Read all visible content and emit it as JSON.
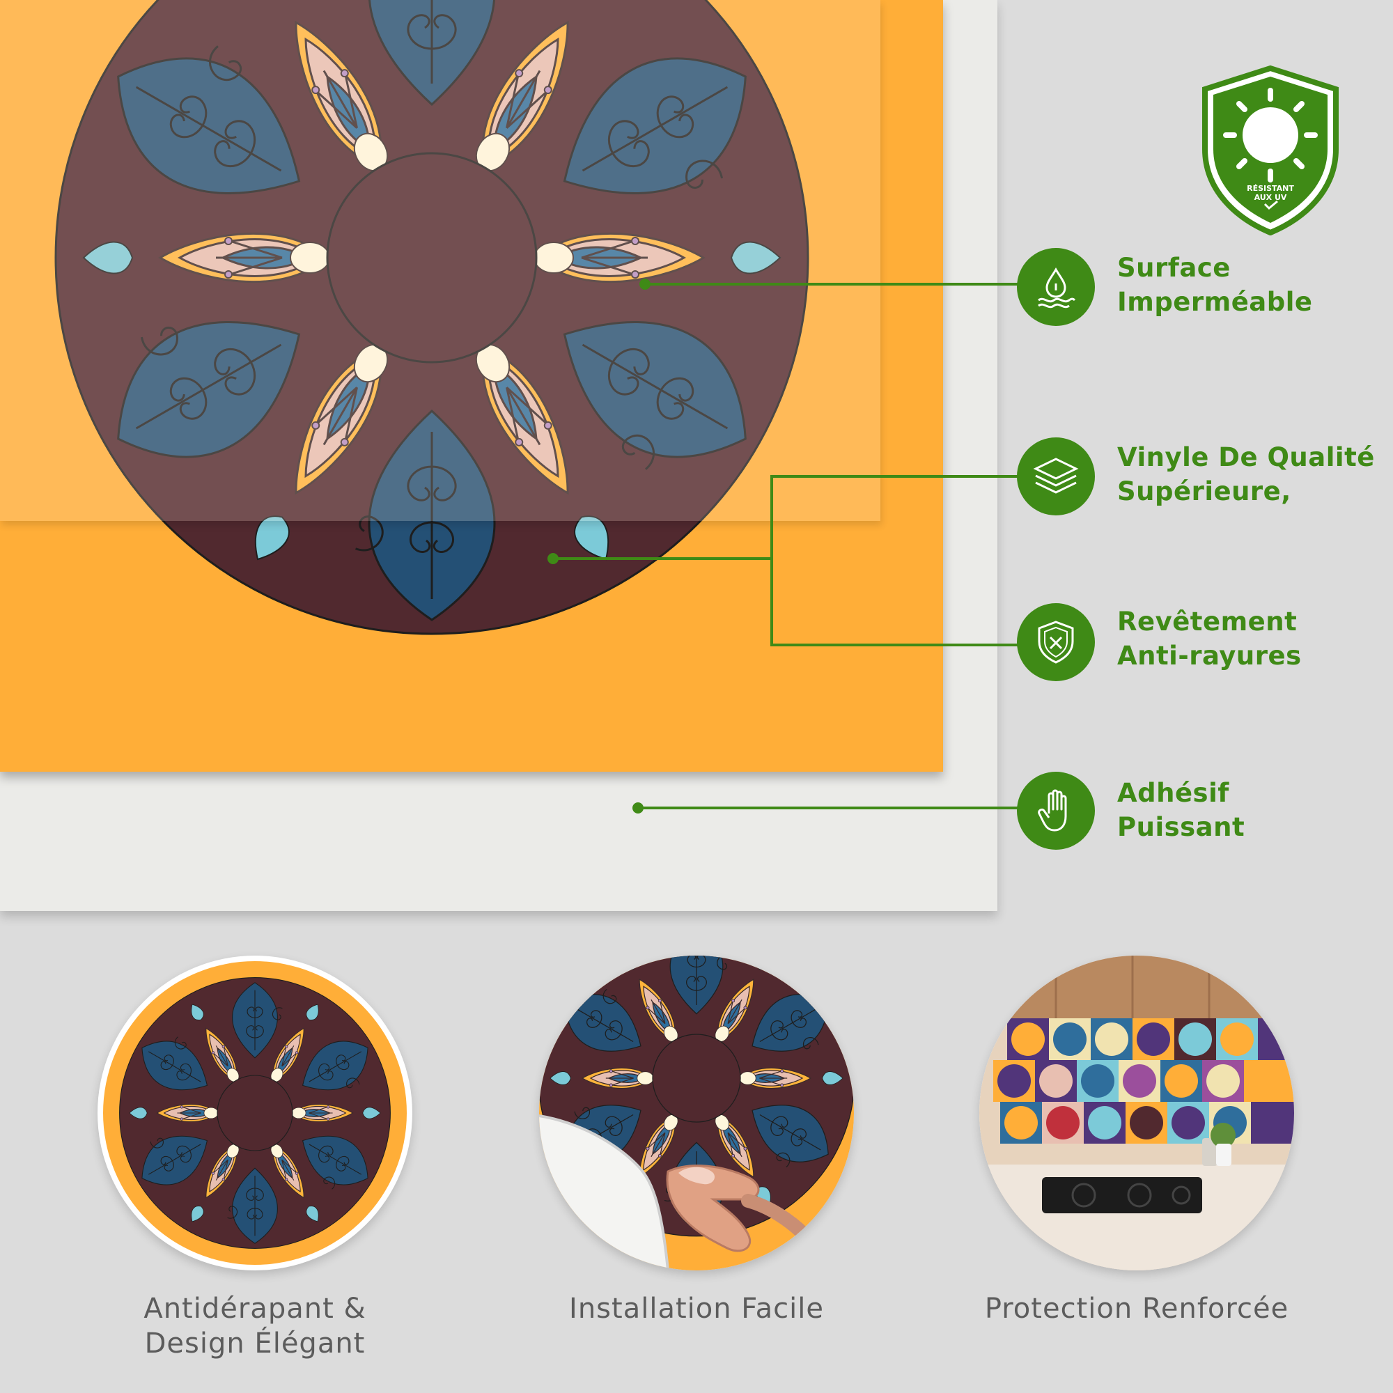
{
  "colors": {
    "brand_green": "#3f8a16",
    "tile_yellow": "#ffae38",
    "tile_maroon": "#51292f",
    "tile_blue": "#245075",
    "tile_pink": "#e8bfb1",
    "tile_sky": "#7ccad8",
    "caption_gray": "#5c5c5c",
    "background": "#dcdcdc"
  },
  "badge": {
    "line1": "RÉSISTANT",
    "line2": "AUX UV",
    "icon": "sun-icon"
  },
  "features": [
    {
      "icon": "water-drop-icon",
      "line1": "Surface",
      "line2": "Imperméable"
    },
    {
      "icon": "layers-icon",
      "line1": "Vinyle De Qualité",
      "line2": "Supérieure,"
    },
    {
      "icon": "shield-x-icon",
      "line1": "Revêtement",
      "line2": "Anti-rayures"
    },
    {
      "icon": "hand-icon",
      "line1": "Adhésif",
      "line2": "Puissant"
    }
  ],
  "gallery": [
    {
      "image": "mandala-tile",
      "line1": "Antidérapant &",
      "line2": "Design Élégant"
    },
    {
      "image": "peeling-tile-hand",
      "line1": "Installation Facile",
      "line2": ""
    },
    {
      "image": "kitchen-backsplash",
      "line1": "Protection Renforcée",
      "line2": ""
    }
  ]
}
